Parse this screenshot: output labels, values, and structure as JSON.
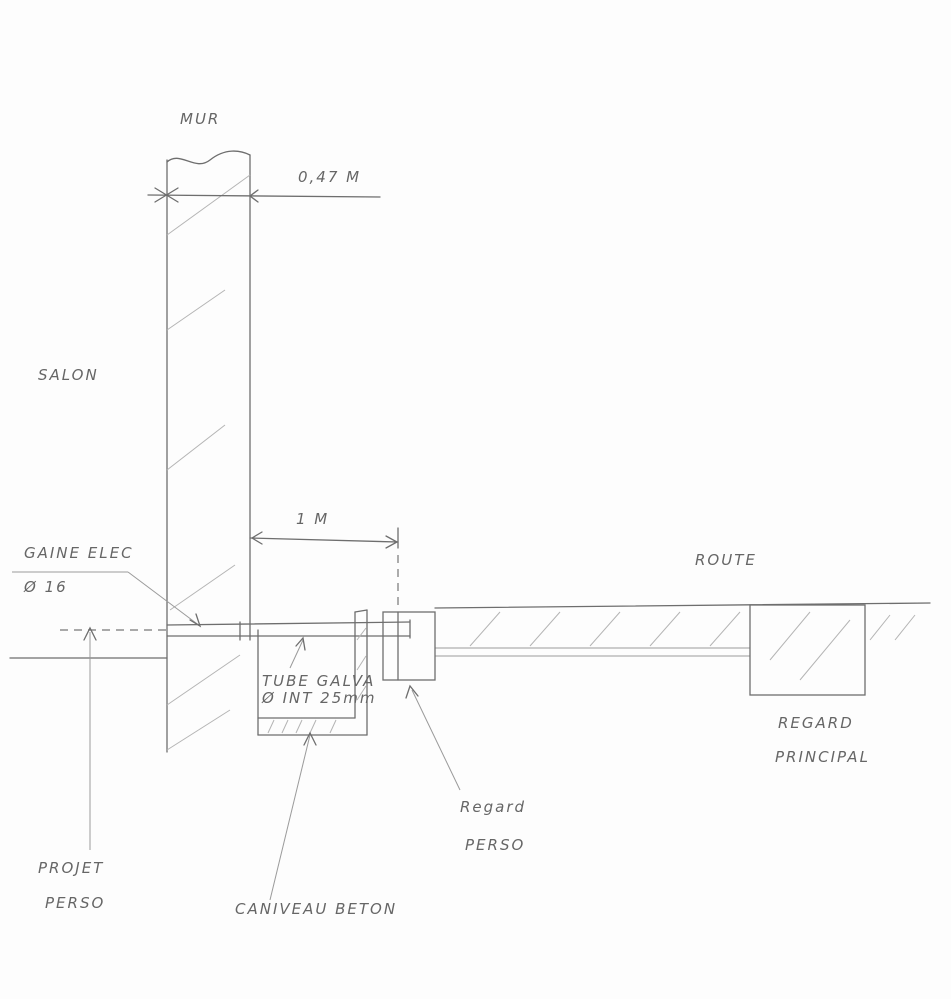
{
  "labels": {
    "wall": "MUR",
    "wall_thickness": "0,47 M",
    "living_room": "SALON",
    "conduit_title": "GAINE ELEC",
    "conduit_diameter": "Ø 16",
    "distance": "1 M",
    "road": "ROUTE",
    "tube_line1": "TUBE GALVA",
    "tube_line2": "Ø INT 25mm",
    "main_manhole_line1": "REGARD",
    "main_manhole_line2": "PRINCIPAL",
    "own_manhole_line1": "Regard",
    "own_manhole_line2": "PERSO",
    "project_line1": "PROJET",
    "project_line2": "PERSO",
    "gutter": "CANIVEAU BETON"
  }
}
